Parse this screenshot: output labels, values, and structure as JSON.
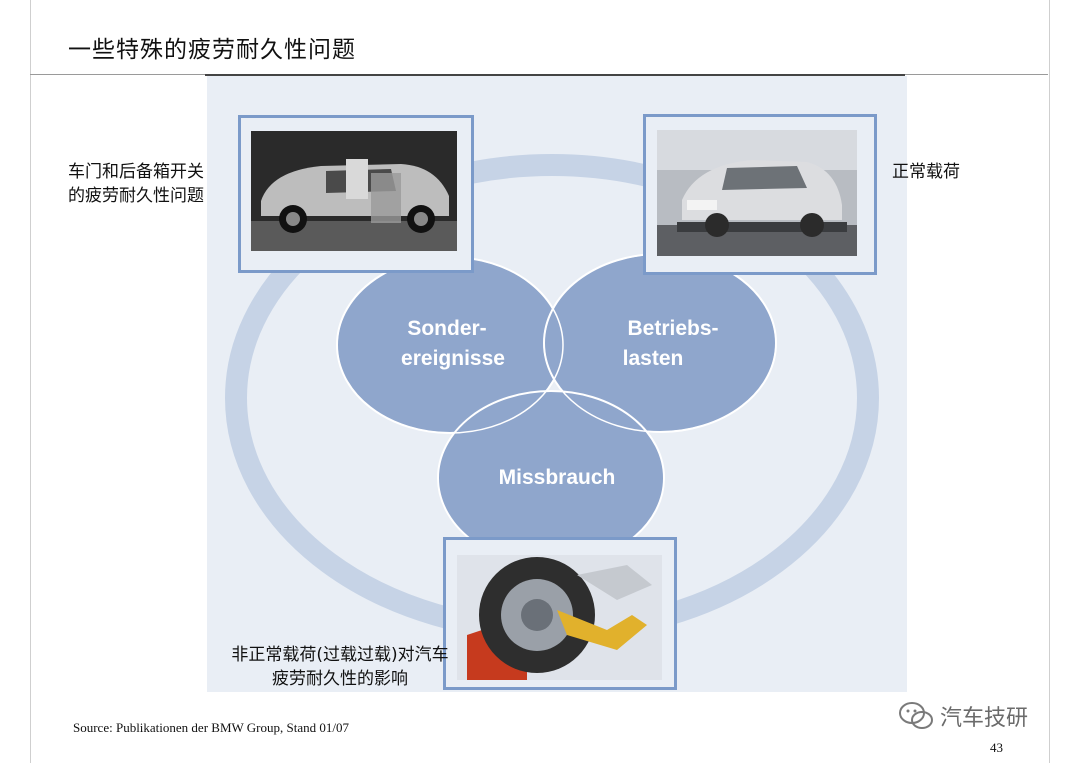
{
  "slide": {
    "title": "一些特殊的疲劳耐久性问题",
    "page_number": "43",
    "source": "Source: Publikationen der BMW Group, Stand 01/07"
  },
  "venn": {
    "circle_left": {
      "line1": "Sonder-",
      "line2": "ereignisse"
    },
    "circle_right": {
      "line1": "Betriebs-",
      "line2": "lasten"
    },
    "circle_bottom": {
      "line1": "Missbrauch"
    }
  },
  "photos": {
    "top_left": {
      "caption_line1": "车门和后备箱开关",
      "caption_line2": "的疲劳耐久性问题"
    },
    "top_right": {
      "caption_line1": "正常载荷"
    },
    "bottom": {
      "caption_line1": "非正常载荷(过载过载)对汽车",
      "caption_line2": "疲劳耐久性的影响"
    }
  },
  "watermark": {
    "text": "汽车技研",
    "icon": "wechat-icon"
  },
  "colors": {
    "venn_fill": "#8fa6cc",
    "ring": "#c6d3e6",
    "frame_border": "#7b9ac9",
    "diagram_bg": "#e9eef5"
  }
}
